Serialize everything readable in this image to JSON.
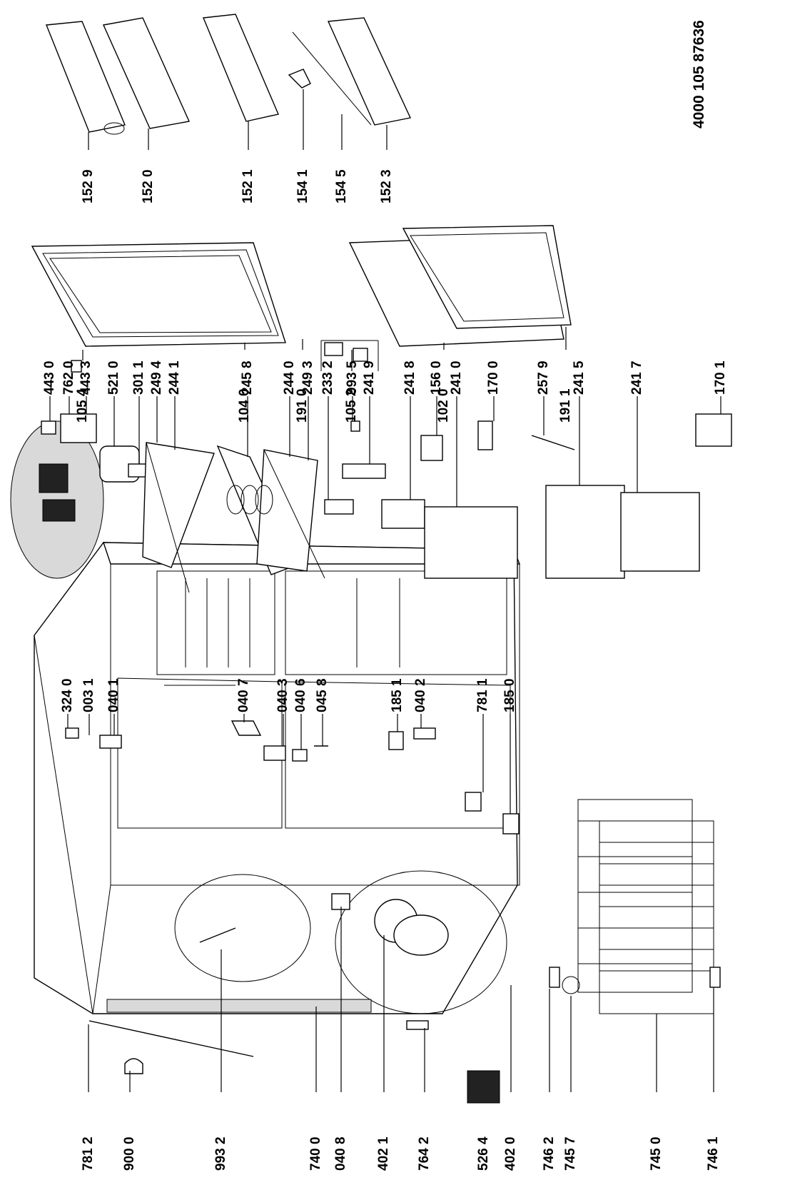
{
  "document_number": "4000 105 87636",
  "part_labels": [
    "781 2",
    "900 0",
    "993 2",
    "740 0",
    "040 8",
    "402 1",
    "764 2",
    "526 4",
    "402 0",
    "324 0",
    "003 1",
    "040 1",
    "040 7",
    "040 3",
    "040 6",
    "045 8",
    "185 1",
    "040 2",
    "781 1",
    "185 0",
    "746 2",
    "745 7",
    "745 0",
    "746 1",
    "443 0",
    "762 0",
    "443 3",
    "521 0",
    "301 1",
    "249 4",
    "244 1",
    "245 8",
    "244 0",
    "249 3",
    "233 2",
    "993 5",
    "241 9",
    "241 8",
    "156 0",
    "241 0",
    "170 0",
    "257 9",
    "241 5",
    "241 7",
    "170 1",
    "105 4",
    "104 0",
    "191 0",
    "105 2",
    "102 0",
    "191 1",
    "152 9",
    "152 0",
    "152 1",
    "154 1",
    "154 5",
    "152 3"
  ]
}
